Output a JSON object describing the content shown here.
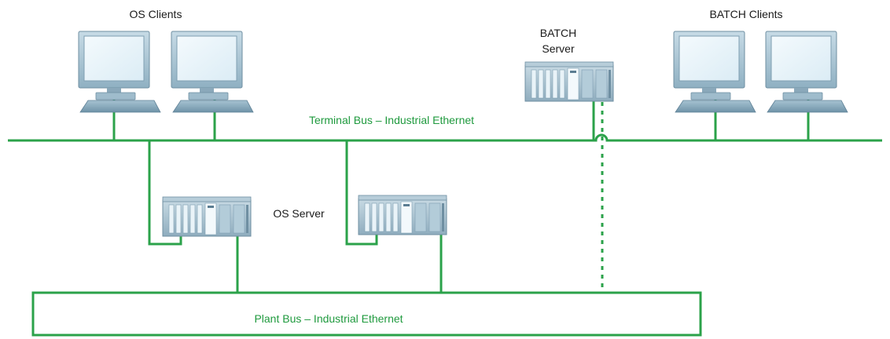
{
  "labels": {
    "os_clients": "OS Clients",
    "batch_clients": "BATCH Clients",
    "batch_server_line1": "BATCH",
    "batch_server_line2": "Server",
    "os_server": "OS Server",
    "terminal_bus": "Terminal Bus – Industrial Ethernet",
    "plant_bus": "Plant Bus – Industrial Ethernet"
  },
  "colors": {
    "network": "#2ba24a",
    "label_green": "#1f9a3e",
    "text": "#1a1a1a",
    "device_body": "#a9c4d2",
    "screen": "#e4f1f8"
  },
  "icons": {
    "client": "desktop-pc-icon",
    "server": "rack-server-icon"
  }
}
